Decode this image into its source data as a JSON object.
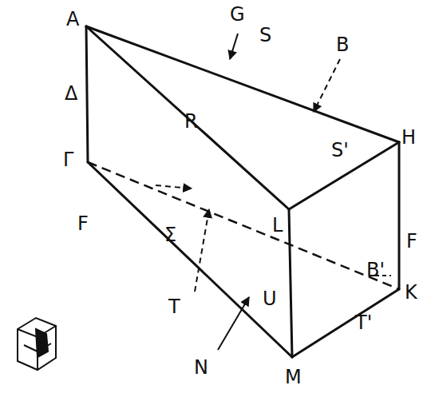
{
  "diagram": {
    "labels": [
      "A",
      "G",
      "S",
      "B",
      "H",
      "Δ",
      "R",
      "S'",
      "Γ",
      "F",
      "L",
      "B'",
      "F",
      "Σ",
      "U",
      "K",
      "T",
      "N",
      "M",
      "T'"
    ]
  }
}
